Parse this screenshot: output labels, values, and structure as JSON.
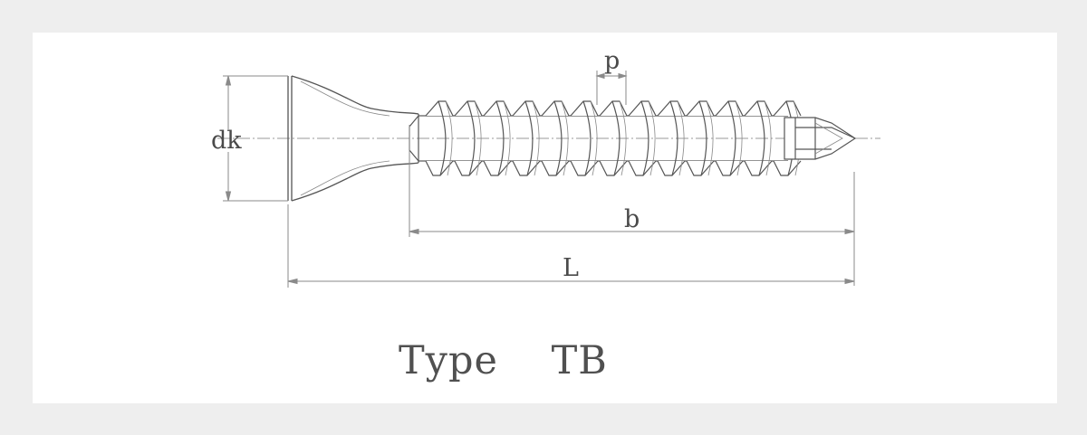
{
  "labels": {
    "head_diameter": "dk",
    "pitch": "p",
    "thread_length": "b",
    "length": "L"
  },
  "title": "Type    TB",
  "colors": {
    "background": "#eeeeee",
    "panel": "#ffffff",
    "line": "#555555",
    "dim_line": "#8a8a8a",
    "text": "#4a4a4a"
  }
}
